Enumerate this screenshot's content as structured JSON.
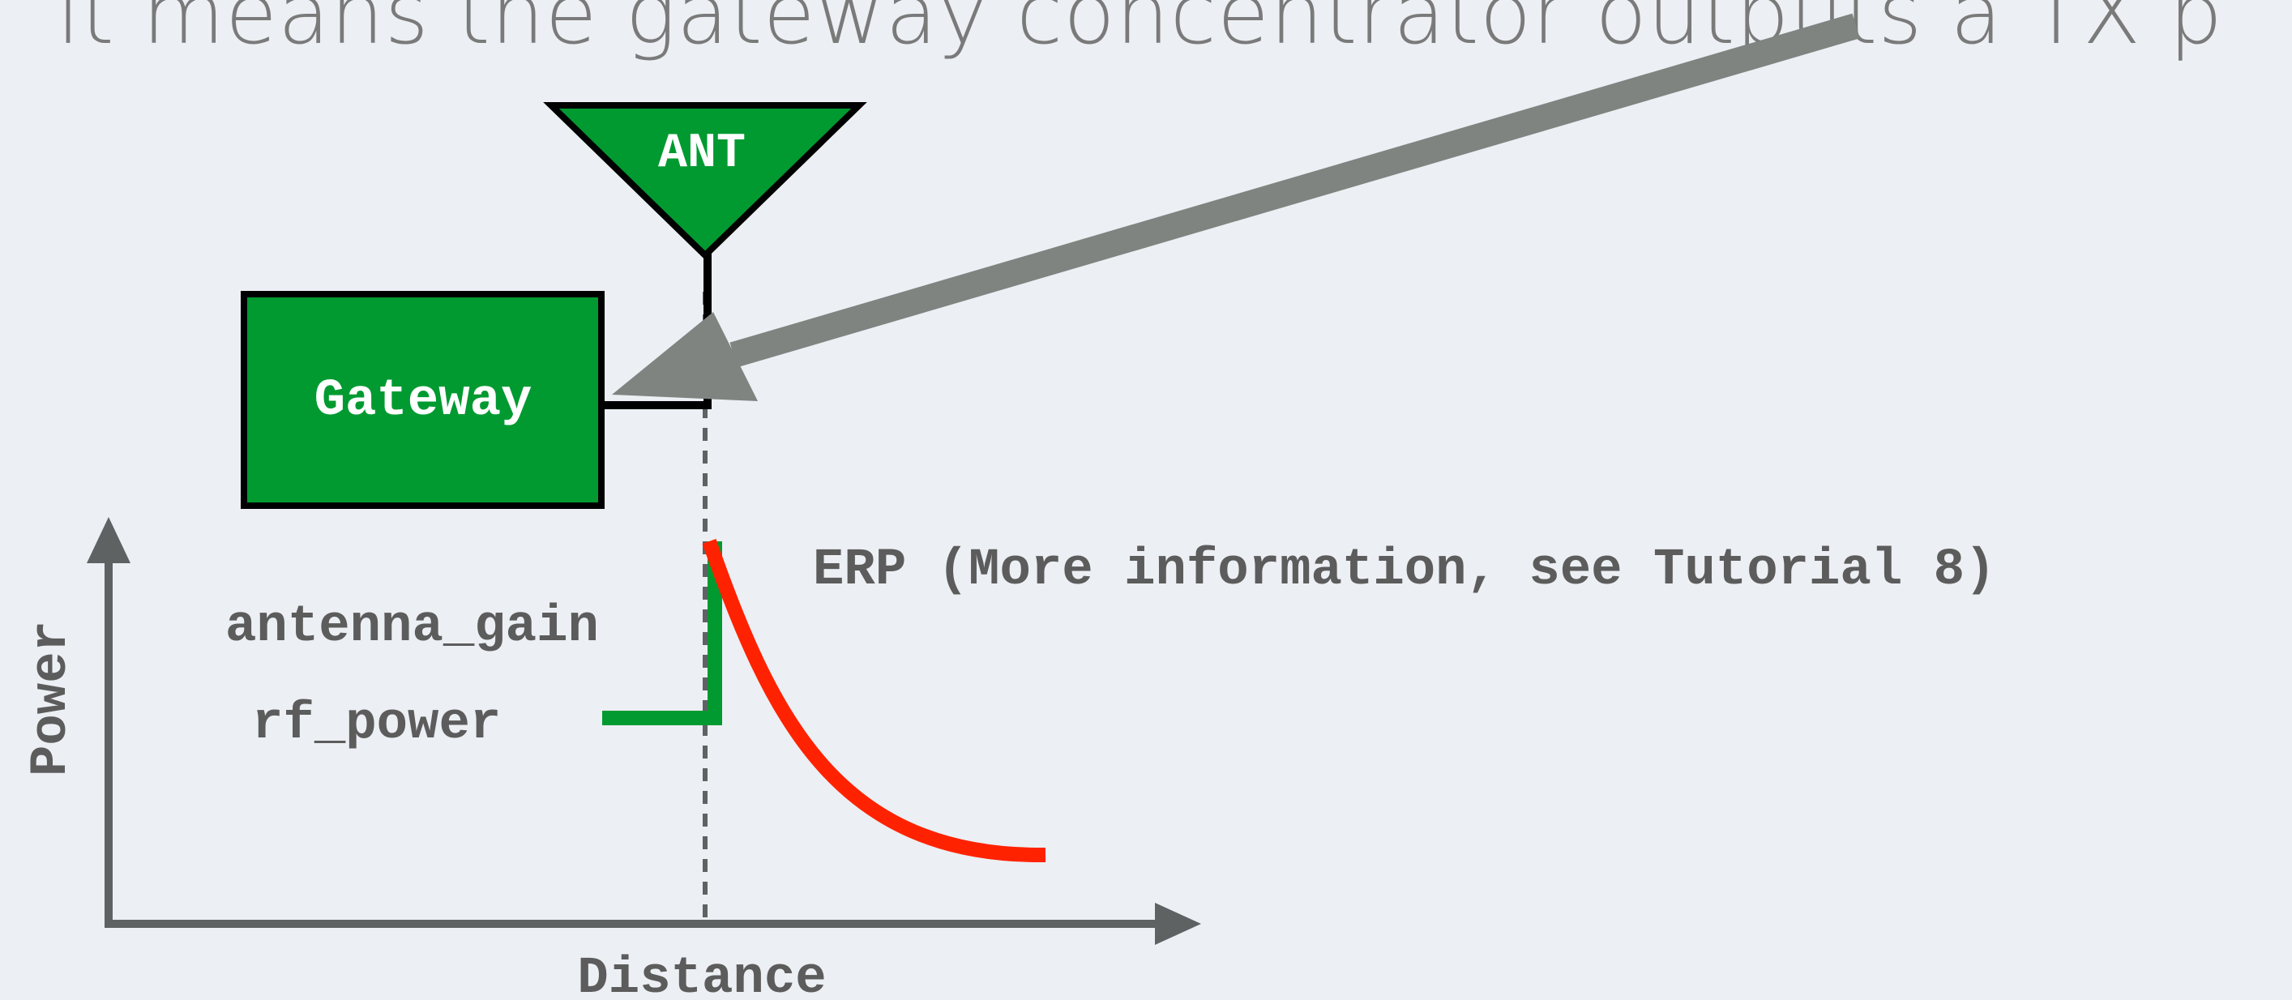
{
  "headline": "it means the gateway concentrator outputs a TX p",
  "diagram": {
    "antenna_label": "ANT",
    "gateway_label": "Gateway",
    "erp_label": "ERP (More information, see Tutorial 8)",
    "antenna_gain_label": "antenna_gain",
    "rf_power_label": "rf_power",
    "y_axis_label": "Power",
    "x_axis_label": "Distance"
  },
  "colors": {
    "background": "#eceff3",
    "green": "#009a31",
    "curve_red": "#ff2200",
    "axis_gray": "#5f6263",
    "pointer_arrow": "#7f8481",
    "text_gray": "#5c5c5c"
  }
}
